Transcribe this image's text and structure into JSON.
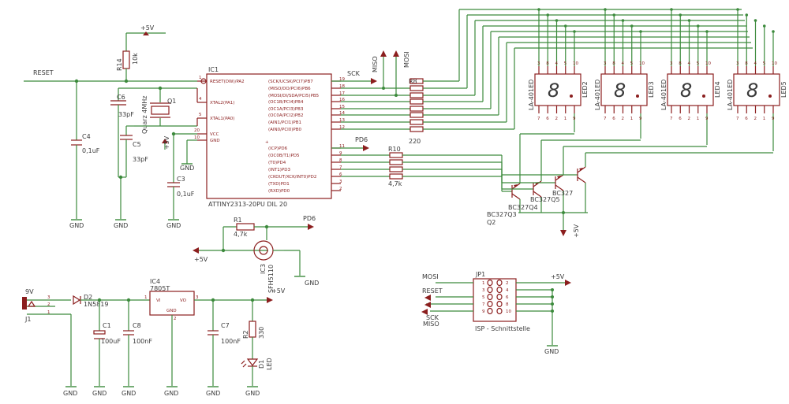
{
  "labels": {
    "reset": "RESET",
    "vcc_top": "+5V",
    "r14": "R14",
    "r14_val": "10k",
    "ic1": "IC1",
    "ic1_part": "ATTINY2313-20PU DIL 20",
    "c4": "C4",
    "c4_val": "0,1uF",
    "c6": "C6",
    "c6_val": "33pF",
    "c5": "C5",
    "c5_val": "33pF",
    "q1": "Q1",
    "q1_val": "Quarz 4MHz",
    "c3": "C3",
    "c3_val": "0,1uF",
    "gnd": "GND",
    "sck": "SCK",
    "miso": "MISO",
    "mosi": "MOSI",
    "r8": "R8",
    "r8_val": "220",
    "pd6": "PD6",
    "r10": "R10",
    "r10_val": "4,7k",
    "r1": "R1",
    "r1_val": "4,7k",
    "ic3": "IC3",
    "ic3_part": "SFH5110",
    "vcc_left": "+5V",
    "vcc_q": "+5V",
    "pd6b": "PD6",
    "ic4": "IC4",
    "ic4_part": "7805T",
    "ic4_vi": "VI",
    "ic4_vo": "VO",
    "ic4_gnd": "GND",
    "vin": "9V",
    "j1": "J1",
    "d2": "D2",
    "d2_val": "1N5819",
    "c1": "C1",
    "c1_val": "100uF",
    "c8": "C8",
    "c8_val": "100nF",
    "c7": "C7",
    "c7_val": "100nF",
    "r2": "R2",
    "r2_val": "330",
    "led": "LED",
    "d1": "D1",
    "vcc_out": "+5V",
    "jp1": "JP1",
    "jp1_part": "ISP - Schnittstelle",
    "isp_mosi": "MOSI",
    "isp_reset": "RESET",
    "isp_sck": "SCK",
    "isp_miso": "MISO",
    "isp_vcc": "+5V",
    "isp_gnd": "GND",
    "q2": "Q2",
    "q3": "BC327Q3",
    "q4": "BC327Q4",
    "q5": "BC327Q5",
    "q6": "BC327"
  },
  "ic1_pins_left": [
    "RESET(DW)/PA2",
    "XTAL2(PA1)",
    "XTAL1(PA0)",
    "VCC",
    "GND"
  ],
  "ic1_pins_left_num": [
    "1",
    "4",
    "5",
    "20",
    "10"
  ],
  "ic1_pins_right": [
    "(SCK/UCSK/PCI7)PB7",
    "(MISO/DO/PCI6)PB6",
    "(MOSI/DI/SDA/PCI5)PB5",
    "(OC1B/PCI4)PB4",
    "(OC1A/PCI3)PB3",
    "(OC0A/PCI2)PB2",
    "(AIN1/PCI1)PB1",
    "(AIN0/PCI0)PB0"
  ],
  "ic1_pins_right_num": [
    "19",
    "18",
    "17",
    "16",
    "15",
    "14",
    "13",
    "12"
  ],
  "ic1_pins_right2": [
    "(ICP)PD6",
    "(OC0B/T1)PD5",
    "(T0)PD4",
    "(INT1)PD3",
    "(CKOUT/XCK/INT0)PD2",
    "(TXD)PD1",
    "(RXD)PD0"
  ],
  "ic1_pins_right2_num": [
    "11",
    "9",
    "8",
    "7",
    "6",
    "3",
    "2"
  ],
  "displays": [
    {
      "name": "LED2",
      "part": "LA-401ED"
    },
    {
      "name": "LED3",
      "part": "LA-401ED"
    },
    {
      "name": "LED4",
      "part": "LA-401ED"
    },
    {
      "name": "LED5",
      "part": "LA-401ED"
    }
  ],
  "display_pins_top": [
    "3",
    "8",
    "4",
    "5",
    "10"
  ],
  "display_pins_bottom": [
    "7",
    "6",
    "2",
    "1",
    "9"
  ],
  "jp1_pins_left": [
    "1",
    "3",
    "5",
    "7",
    "9"
  ],
  "jp1_pins_right": [
    "2",
    "4",
    "6",
    "8",
    "10"
  ],
  "j1_pins": [
    "3",
    "2",
    "1"
  ],
  "ic4_pins": [
    "1",
    "3",
    "2"
  ],
  "segment_digit": "8"
}
